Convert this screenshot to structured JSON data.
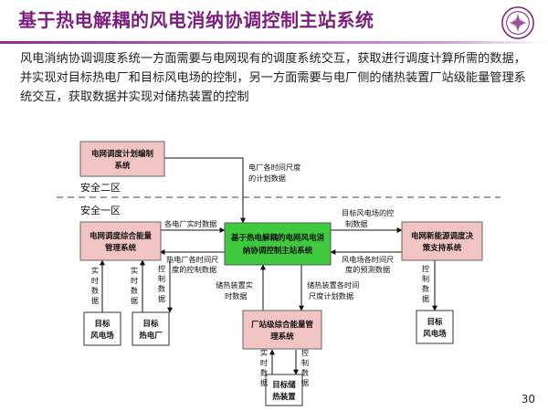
{
  "title": "基于热电解耦的风电消纳协调控制主站系统",
  "intro": "风电消纳协调调度系统一方面需要与电网现有的调度系统交互，获取进行调度计算所需的数据，并实现对目标热电厂和目标风电场的控制，另一方面需要与电厂侧的储热装置厂站级能量管理系统交互，获取数据并实现对储热装置的控制",
  "page_number": "30",
  "colors": {
    "brand": "#7b1f7d",
    "box_red": "#f3c4c4",
    "box_green": "#3ec93e",
    "zone_line": "#666666"
  },
  "zones": {
    "zone2": "安全二区",
    "zone1": "安全一区"
  },
  "boxes": {
    "grid_plan": [
      "电网调度计划编制",
      "系统"
    ],
    "grid_ems": [
      "电网调度综合能量",
      "管理系统"
    ],
    "master": [
      "基于热电解耦的电网风电消",
      "纳协调控制主站系统"
    ],
    "new_energy": [
      "电网新能源调度决",
      "策支持系统"
    ],
    "plant_ems": [
      "厂站级综合能量管",
      "理系统"
    ],
    "target_wind_left": [
      "目标",
      "风电场"
    ],
    "target_thermal": [
      "目标",
      "热电厂"
    ],
    "target_wind_right": [
      "目标",
      "风电场"
    ],
    "target_storage": [
      "目标储",
      "热装置"
    ]
  },
  "labels": {
    "plan_data": [
      "电厂各时间尺度",
      "的计划数据"
    ],
    "plant_realtime": "各电厂实时数据",
    "thermal_plan": [
      "热电厂各时间尺",
      "度的控制数据"
    ],
    "wind_control": [
      "目标风电场的控",
      "制数据"
    ],
    "wind_forecast": [
      "风电场各时间尺",
      "度的预测数据"
    ],
    "storage_realtime": [
      "储热装置实",
      "时数据"
    ],
    "storage_plan": [
      "储热装置各时间",
      "尺度计划数据"
    ],
    "realtime_data": "实时数据",
    "control_data": "控制数据"
  }
}
